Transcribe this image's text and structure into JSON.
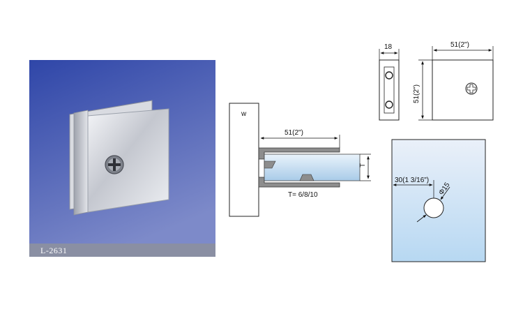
{
  "product": {
    "model_code": "L-2631"
  },
  "side_view": {
    "wall_mark": "w",
    "length_label": "51(2\")",
    "thickness_symbol": "T",
    "thickness_options": "T= 6/8/10"
  },
  "top_view": {
    "width_label": "18"
  },
  "front_view": {
    "width_label": "51(2\")",
    "height_label": "51(2\")"
  },
  "glass_cutout": {
    "offset_label": "30(1  3/16\")",
    "hole_label": "Φ15"
  },
  "colors": {
    "photo_bg_top": "#2f46a8",
    "photo_bg_bottom": "#7d8ac9",
    "glass_top": "#eaf0f9",
    "glass_bottom": "#b7d8f2",
    "label_strip": "#8a8fa3"
  }
}
